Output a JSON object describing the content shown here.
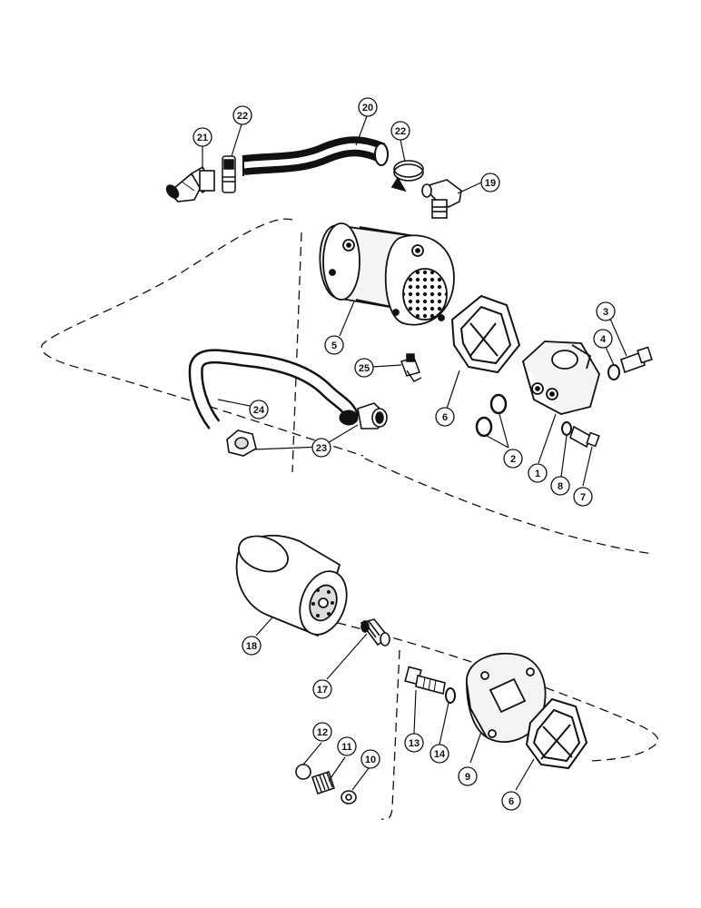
{
  "callouts": {
    "c1": "1",
    "c2": "2",
    "c3": "3",
    "c4": "4",
    "c5": "5",
    "c6a": "6",
    "c6b": "6",
    "c7": "7",
    "c8": "8",
    "c9": "9",
    "c10": "10",
    "c11": "11",
    "c12": "12",
    "c13": "13",
    "c14": "14",
    "c17": "17",
    "c18": "18",
    "c19": "19",
    "c20": "20",
    "c21": "21",
    "c22a": "22",
    "c22b": "22",
    "c23": "23",
    "c24": "24",
    "c25": "25"
  },
  "colors": {
    "line": "#111111",
    "paper": "#ffffff",
    "shade": "#cfcfcf"
  },
  "icons": [
    "oil-cooler-body",
    "gasket",
    "adapter",
    "oil-filter",
    "hose",
    "clamp",
    "tee-fitting",
    "elbow-fitting",
    "bolt",
    "washer",
    "spring",
    "plug"
  ]
}
